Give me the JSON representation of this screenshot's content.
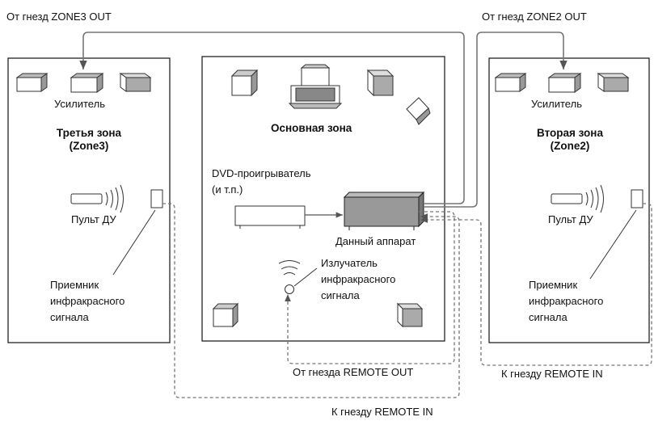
{
  "labels": {
    "from_zone3_out": "От гнезд ZONE3 OUT",
    "from_zone2_out": "От гнезд ZONE2 OUT",
    "amplifier_zone3": "Усилитель",
    "amplifier_zone2": "Усилитель",
    "zone3_title_line1": "Третья зона",
    "zone3_title_line2": "(Zone3)",
    "zone2_title_line1": "Вторая зона",
    "zone2_title_line2": "(Zone2)",
    "main_zone": "Основная зона",
    "dvd_line1": "DVD-проигрыватель",
    "dvd_line2": "(и т.п.)",
    "remote_zone3": "Пульт ДУ",
    "remote_zone2": "Пульт ДУ",
    "this_unit": "Данный аппарат",
    "ir_emitter_line1": "Излучатель",
    "ir_emitter_line2": "инфракрасного",
    "ir_emitter_line3": "сигнала",
    "ir_receiver3_line1": "Приемник",
    "ir_receiver3_line2": "инфракрасного",
    "ir_receiver3_line3": "сигнала",
    "ir_receiver2_line1": "Приемник",
    "ir_receiver2_line2": "инфракрасного",
    "ir_receiver2_line3": "сигнала",
    "from_remote_out": "От гнезда REMOTE OUT",
    "to_remote_in_right": "К гнезду REMOTE IN",
    "to_remote_in_bottom": "К гнезду REMOTE IN"
  }
}
